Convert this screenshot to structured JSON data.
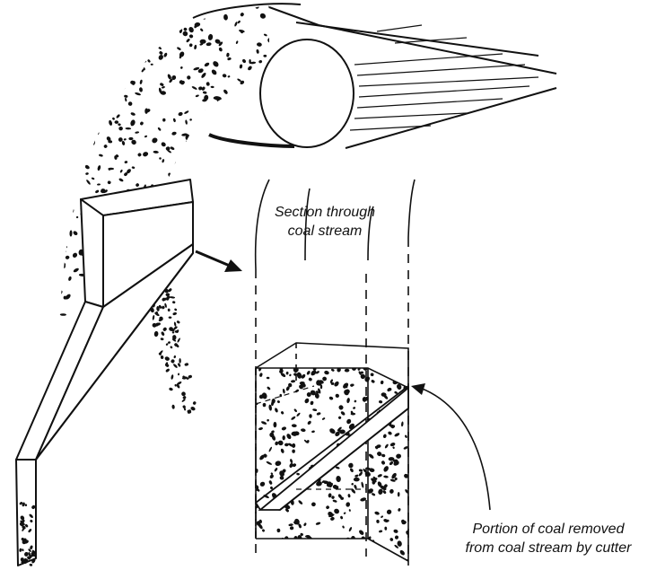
{
  "labels": {
    "section_line1": "Section through",
    "section_line2": "coal stream",
    "portion_line1": "Portion of coal removed",
    "portion_line2": "from coal stream by cutter"
  },
  "colors": {
    "ink": "#111111",
    "background": "#ffffff"
  }
}
